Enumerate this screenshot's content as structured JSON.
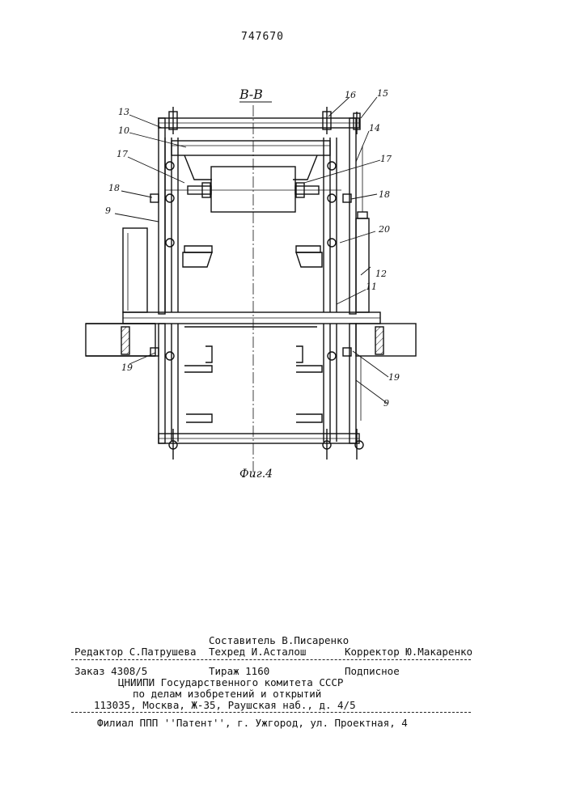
{
  "patent_number": "747670",
  "figure": {
    "section_label": "В-В",
    "caption": "Фиг.4",
    "part_labels": [
      "13",
      "10",
      "17",
      "18",
      "9",
      "16",
      "15",
      "14",
      "17",
      "18",
      "20",
      "12",
      "11",
      "19",
      "19",
      "9"
    ]
  },
  "imprint": {
    "compiler": "Составитель В.Писаренко",
    "editor": "Редактор С.Патрушева",
    "techred": "Техред И.Асталош",
    "corrector": "Корректор Ю.Макаренко",
    "order": "Заказ 4308/5",
    "circulation": "Тираж 1160",
    "subscription": "Подписное",
    "org_line1": "ЦНИИПИ Государственного комитета СССР",
    "org_line2": "по делам изобретений и открытий",
    "address": "113035, Москва, Ж-35, Раушская наб., д. 4/5",
    "branch": "Филиал ППП ''Патент'', г. Ужгород, ул. Проектная, 4"
  }
}
